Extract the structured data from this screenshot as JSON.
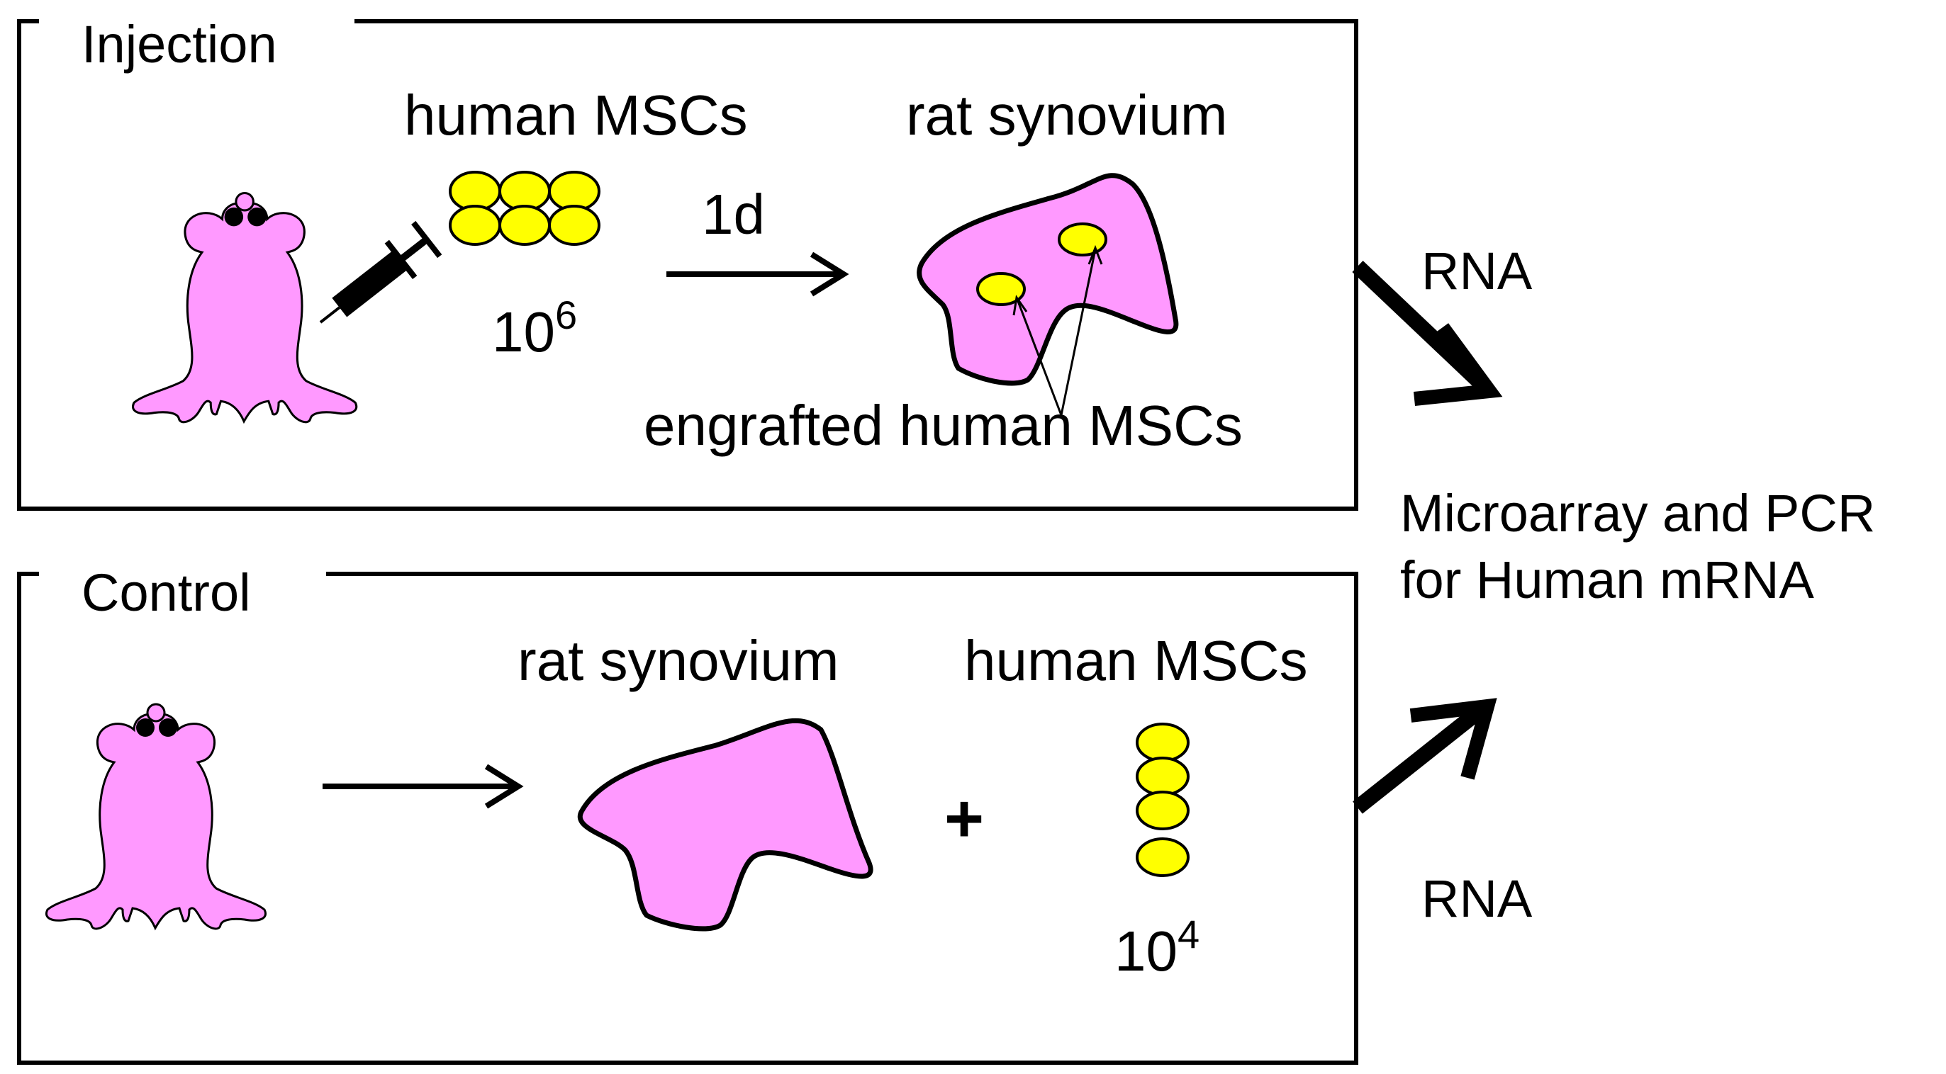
{
  "colors": {
    "rat_fill": "#ff99ff",
    "tissue_fill": "#ff99ff",
    "cell_fill": "#ffff00",
    "line": "#000000",
    "background": "#ffffff"
  },
  "injection": {
    "title": "Injection",
    "cells_label": "human MSCs",
    "cells_count_base": "10",
    "cells_count_exp": "6",
    "time_label": "1d",
    "tissue_label": "rat synovium",
    "engraft_label": "engrafted human MSCs",
    "rna_label": "RNA"
  },
  "control": {
    "title": "Control",
    "tissue_label": "rat synovium",
    "plus_label": "+",
    "cells_label": "human MSCs",
    "cells_count_base": "10",
    "cells_count_exp": "4",
    "rna_label": "RNA"
  },
  "result": {
    "line1": "Microarray and PCR",
    "line2": "for Human mRNA"
  },
  "icons": [
    "rat-icon",
    "syringe-icon",
    "cell-cluster-icon",
    "synovium-tissue-icon"
  ]
}
